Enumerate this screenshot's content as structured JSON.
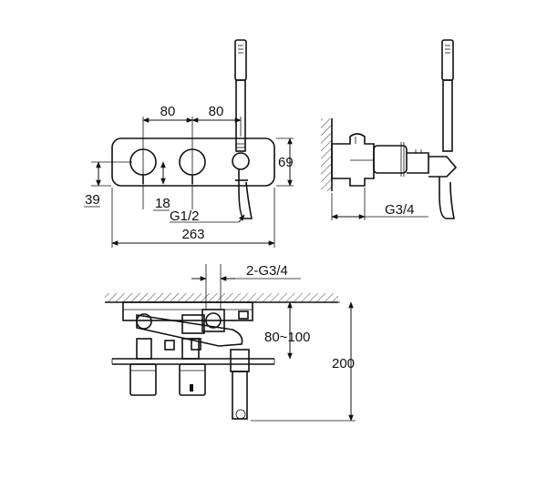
{
  "front_view": {
    "dim_spacing_left": "80",
    "dim_spacing_right": "80",
    "dim_height": "69",
    "dim_offset_low": "39",
    "dim_offset_small": "18",
    "dim_inlet_thread": "G1/2",
    "dim_width": "263"
  },
  "side_view": {
    "dim_outlet_thread": "G3/4"
  },
  "top_view": {
    "dim_inlets": "2-G3/4",
    "dim_depth_range": "80~100",
    "dim_total_depth": "200"
  }
}
